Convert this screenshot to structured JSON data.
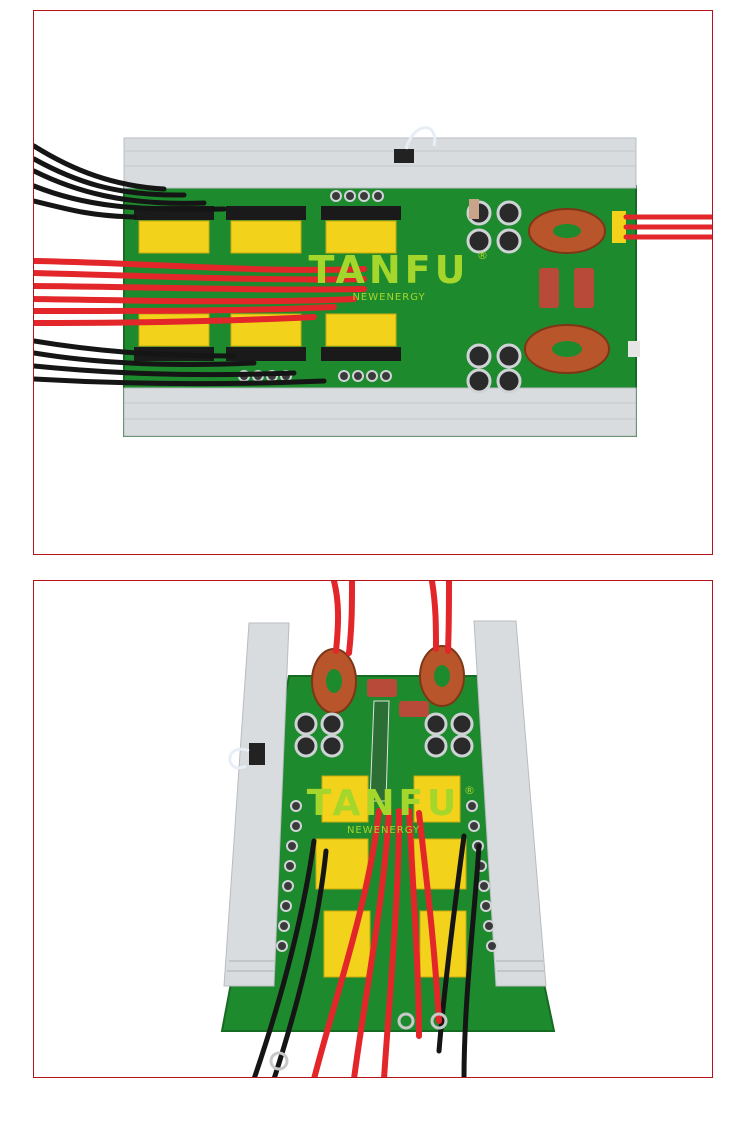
{
  "brand": {
    "name": "TANFU",
    "tagline": "NEWENERGY",
    "registered_mark": "®"
  },
  "photos": [
    {
      "view": "top",
      "subject": "inverter-circuit-board"
    },
    {
      "view": "angled",
      "subject": "inverter-circuit-board"
    }
  ],
  "colors": {
    "frame_border": "#b5121b",
    "pcb_green": "#1e8a2e",
    "heatsink": "#d9dcdf",
    "transformer_yellow": "#f2d21b",
    "wire_red": "#e2262a",
    "wire_black": "#151515",
    "copper_coil": "#b8552a",
    "logo_green": "#a5d62b"
  }
}
